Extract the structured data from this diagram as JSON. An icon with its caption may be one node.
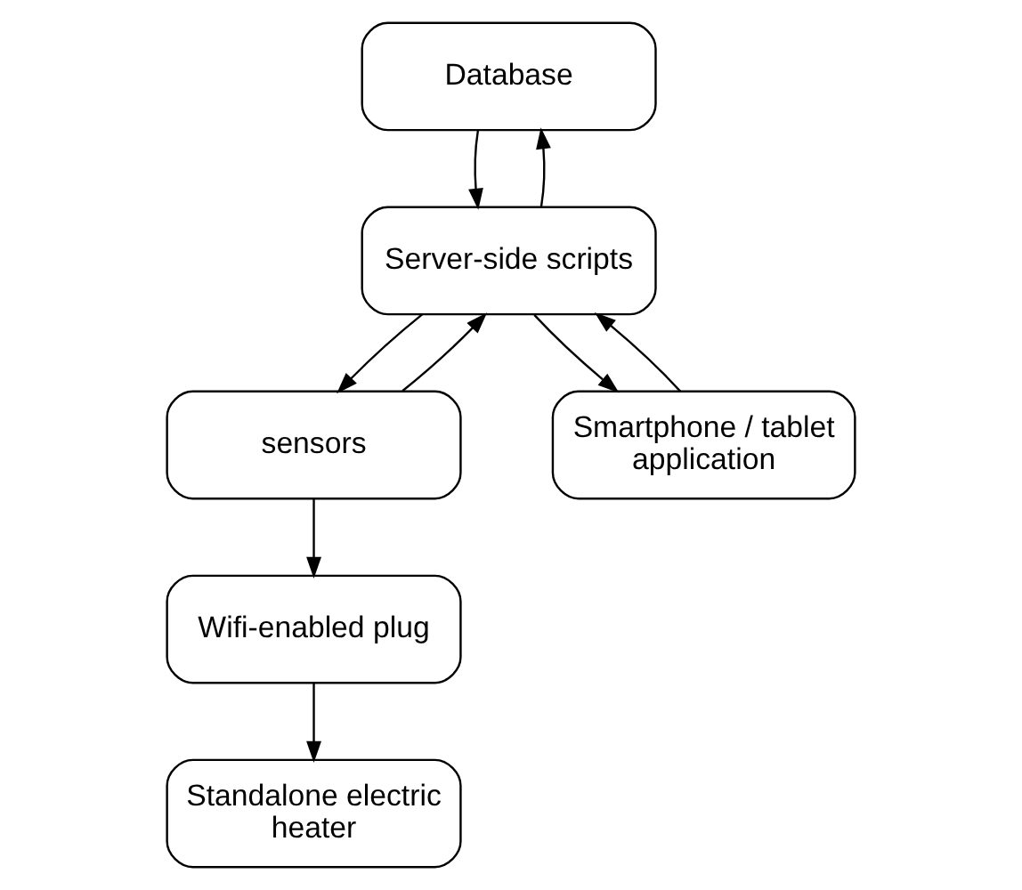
{
  "diagram": {
    "nodes": [
      {
        "text": [
          "Database"
        ]
      },
      {
        "text": [
          "Server-side scripts"
        ]
      },
      {
        "text": [
          "sensors"
        ]
      },
      {
        "text": [
          "Smartphone / tablet application"
        ]
      },
      {
        "text": [
          "Wifi-enabled plug"
        ]
      },
      {
        "text": [
          "Standalone electric heater"
        ]
      }
    ],
    "edges": [
      {
        "from": 1,
        "to": 0,
        "arrow": "to"
      },
      {
        "from": 0,
        "to": 1,
        "arrow": "to"
      },
      {
        "from": 2,
        "to": 1,
        "arrow": "to"
      },
      {
        "from": 1,
        "to": 2,
        "arrow": "to"
      },
      {
        "from": 1,
        "to": 3,
        "arrow": "to"
      },
      {
        "from": 3,
        "to": 1,
        "arrow": "to"
      },
      {
        "from": 2,
        "to": 4,
        "arrow": "to"
      },
      {
        "from": 4,
        "to": 5,
        "arrow": "to"
      }
    ]
  }
}
